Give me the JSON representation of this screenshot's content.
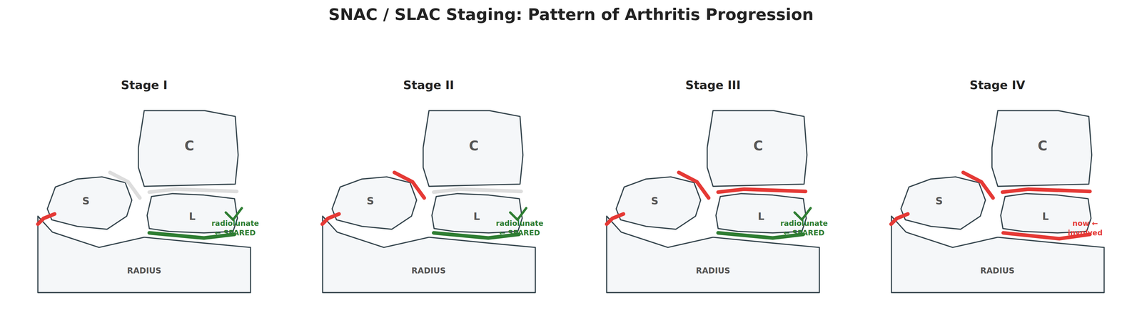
{
  "diagram": {
    "title": "SNAC / SLAC Staging: Pattern of Arthritis Progression",
    "nodes": [
      {
        "text": [
          "C"
        ]
      },
      {
        "text": [
          "S"
        ]
      },
      {
        "text": [
          "L"
        ]
      },
      {
        "text": [
          "RADIUS"
        ]
      },
      {
        "text": [
          "C"
        ]
      },
      {
        "text": [
          "S"
        ]
      },
      {
        "text": [
          "L"
        ]
      },
      {
        "text": [
          "RADIUS"
        ]
      },
      {
        "text": [
          "C"
        ]
      },
      {
        "text": [
          "S"
        ]
      },
      {
        "text": [
          "L"
        ]
      },
      {
        "text": [
          "RADIUS"
        ]
      },
      {
        "text": [
          "C"
        ]
      },
      {
        "text": [
          "S"
        ]
      },
      {
        "text": [
          "L"
        ]
      },
      {
        "text": [
          "RADIUS"
        ]
      }
    ],
    "labels": [
      "Stage I",
      "radiolunate ← SPARED",
      "Stage II",
      "radiolunate ← SPARED",
      "Stage III",
      "radiolunate ← SPARED",
      "Stage IV",
      "now ← involved"
    ]
  }
}
